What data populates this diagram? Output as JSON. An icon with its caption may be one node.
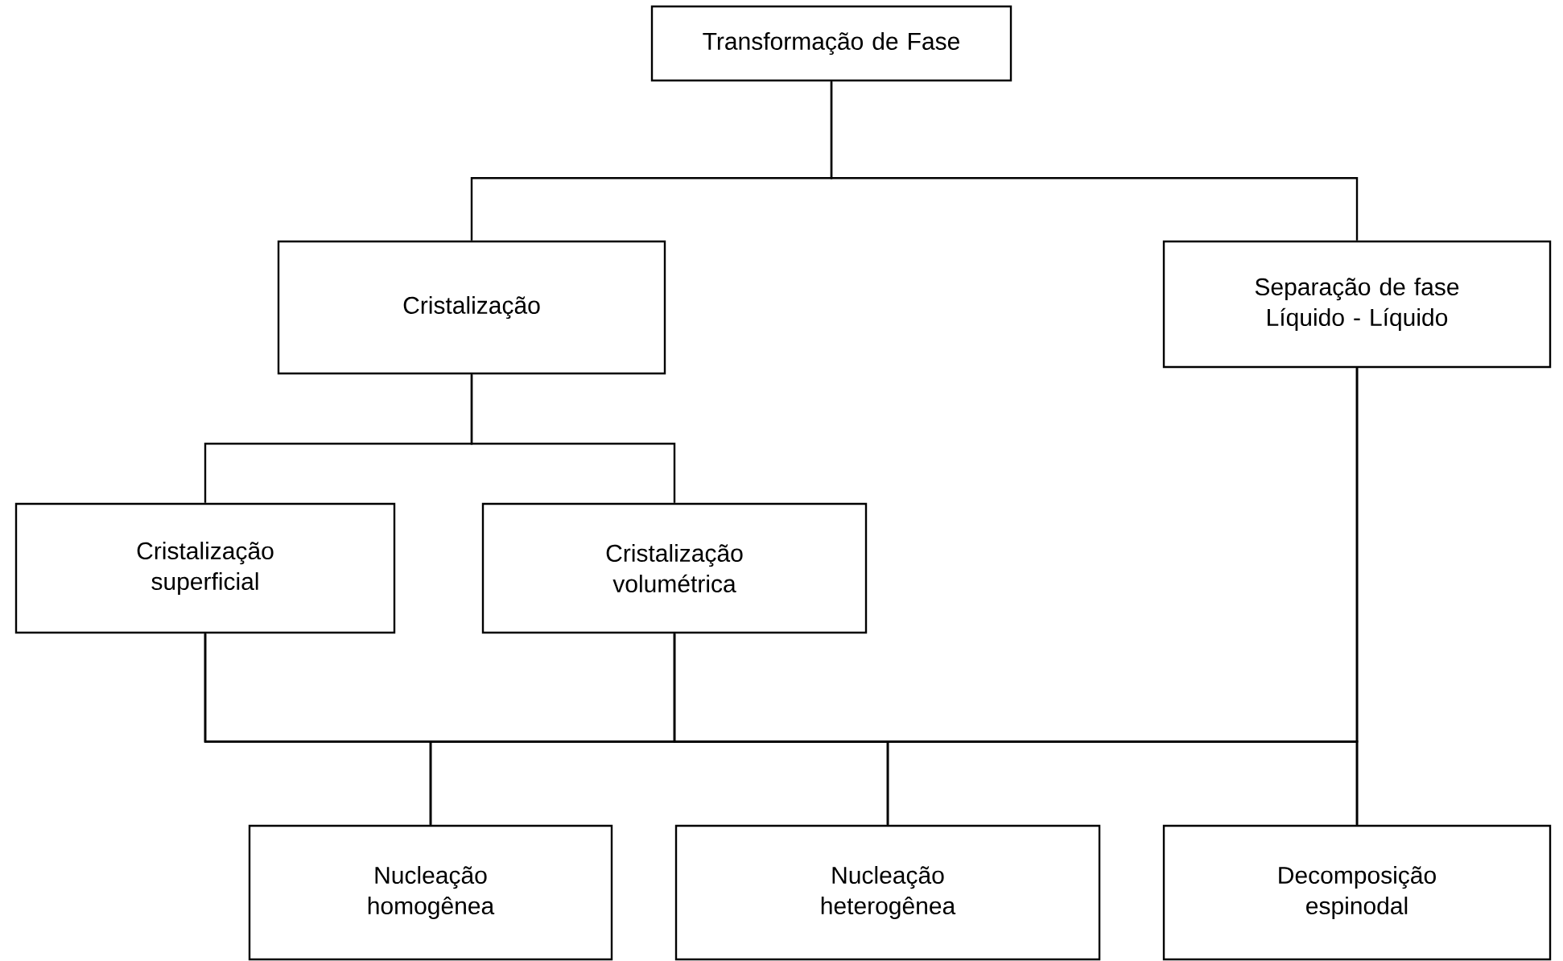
{
  "diagram": {
    "nodes": [
      {
        "text": [
          "Transformação de Fase"
        ]
      },
      {
        "text": [
          "Cristalização"
        ]
      },
      {
        "text": [
          "Separação de fase Líquido - Líquido"
        ]
      },
      {
        "text": [
          "Cristalização superficial"
        ]
      },
      {
        "text": [
          "Cristalização volumétrica"
        ]
      },
      {
        "text": [
          "Nucleação homogênea"
        ]
      },
      {
        "text": [
          "Nucleação heterogênea"
        ]
      },
      {
        "text": [
          "Decomposição espinodal"
        ]
      }
    ],
    "edges": [
      {
        "from": 0,
        "to": 1,
        "arrow": "none"
      },
      {
        "from": 0,
        "to": 2,
        "arrow": "none"
      },
      {
        "from": 1,
        "to": 3,
        "arrow": "none"
      },
      {
        "from": 1,
        "to": 4,
        "arrow": "none"
      },
      {
        "from": 3,
        "to": 5,
        "arrow": "none"
      },
      {
        "from": 3,
        "to": 6,
        "arrow": "none"
      },
      {
        "from": 3,
        "to": 7,
        "arrow": "none"
      },
      {
        "from": 4,
        "to": 5,
        "arrow": "none"
      },
      {
        "from": 4,
        "to": 6,
        "arrow": "none"
      },
      {
        "from": 4,
        "to": 7,
        "arrow": "none"
      },
      {
        "from": 2,
        "to": 5,
        "arrow": "none"
      },
      {
        "from": 2,
        "to": 6,
        "arrow": "none"
      },
      {
        "from": 2,
        "to": 7,
        "arrow": "none"
      }
    ]
  }
}
